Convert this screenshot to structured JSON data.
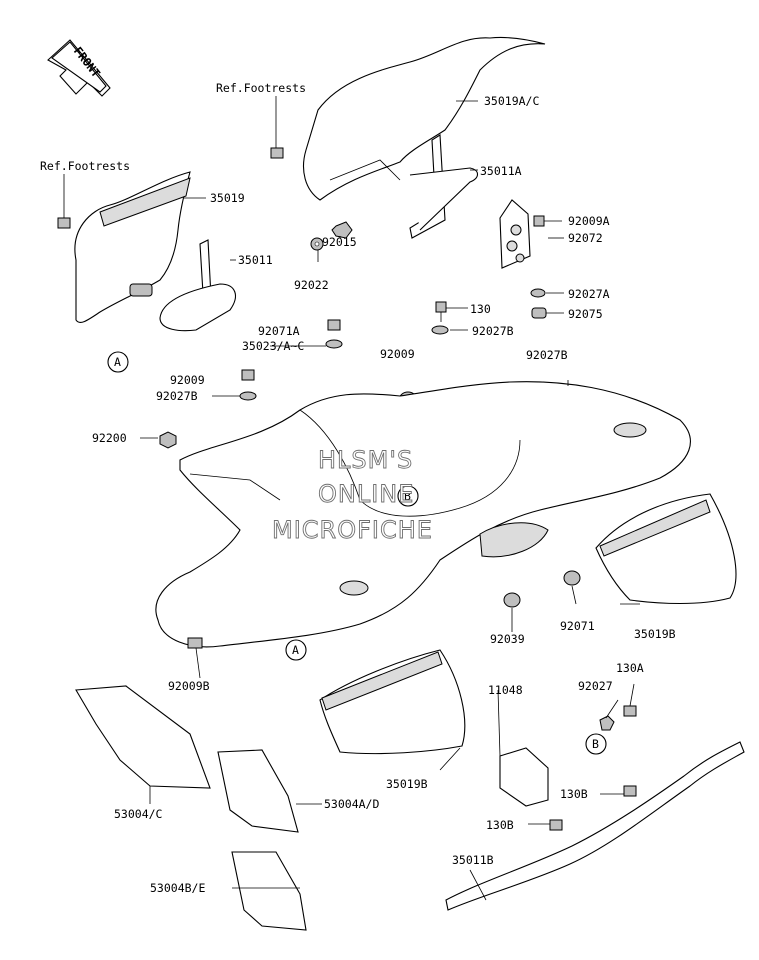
{
  "front_arrow": {
    "label": "FRONT"
  },
  "ref_labels": [
    "Ref.Footrests",
    "Ref.Footrests"
  ],
  "callouts": [
    "35019A/C",
    "35011A",
    "35019",
    "35011",
    "92015",
    "92022",
    "92009A",
    "92072",
    "92027A",
    "92075",
    "130",
    "92027B",
    "92009",
    "92027B",
    "92071A",
    "35023/A~C",
    "92009",
    "92027B",
    "92200",
    "92071",
    "35019B",
    "92039",
    "92009B",
    "130A",
    "92027",
    "11048",
    "35019B",
    "53004/C",
    "53004A/D",
    "130B",
    "130B",
    "35011B",
    "53004B/E"
  ],
  "ref_markers": [
    "A",
    "A",
    "B",
    "B"
  ],
  "watermark": [
    "HLSM'S",
    "ONLINE",
    "MICROFICHE"
  ]
}
